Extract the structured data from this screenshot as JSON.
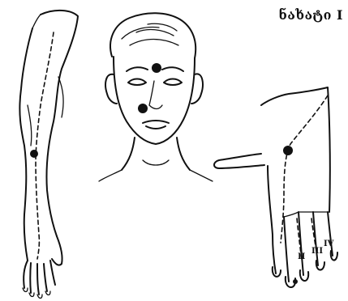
{
  "figure": {
    "label": "ნახატი I",
    "digit_labels": [
      "II",
      "III",
      "IV"
    ]
  }
}
